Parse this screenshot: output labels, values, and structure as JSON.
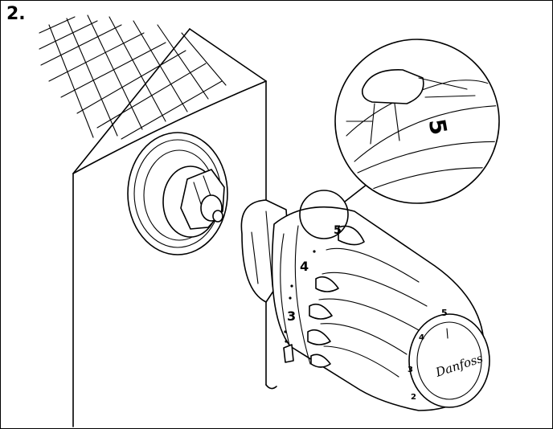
{
  "step": {
    "label": "2."
  },
  "scale": {
    "ring_marks": [
      "3",
      "4",
      "5"
    ],
    "dial_marks": [
      "2",
      "3",
      "4",
      "5"
    ],
    "zoom_mark": "5"
  },
  "logo": {
    "brand": "Danfoss"
  },
  "icons": [
    "radiator-grid",
    "valve-body",
    "thermostat-head",
    "zoom-callout-circle"
  ],
  "colors": {
    "ink": "#000000",
    "paper": "#ffffff"
  }
}
